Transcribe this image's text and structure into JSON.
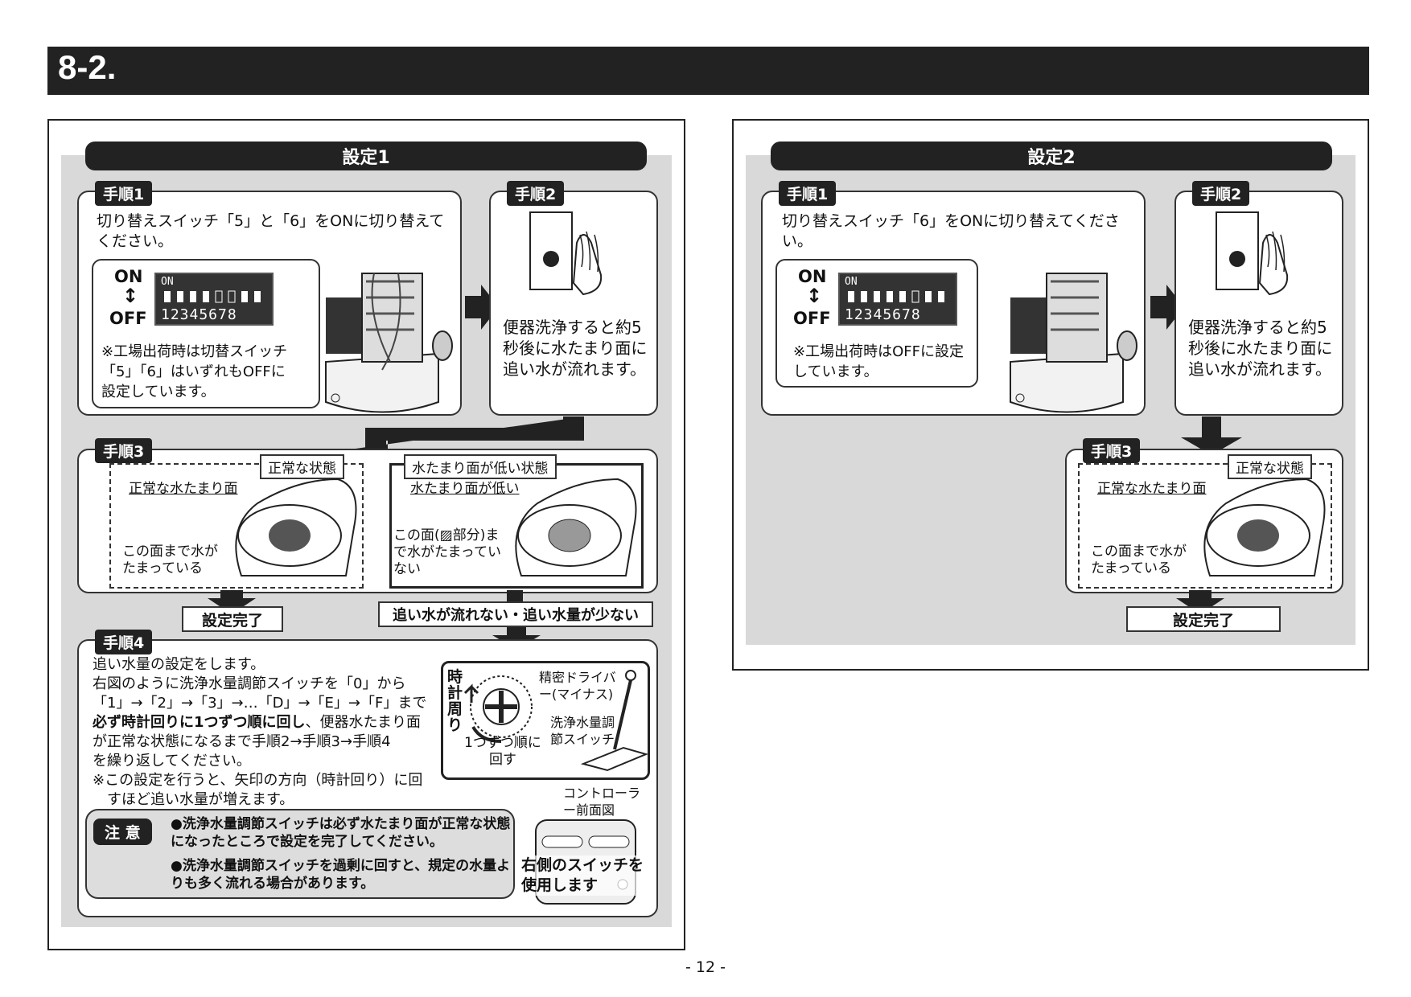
{
  "header": {
    "section": "8-2."
  },
  "left": {
    "title": "設定1",
    "step1": {
      "tag": "手順1",
      "text": "切り替えスイッチ「5」と「6」をONに切り替えてください。",
      "on": "ON",
      "off": "OFF",
      "dip_on": "ON",
      "dip_nums": "12345678",
      "note": "※工場出荷時は切替スイッチ「5」「6」はいずれもOFFに設定しています。"
    },
    "step2": {
      "tag": "手順2",
      "text": "便器洗浄すると約5秒後に水たまり面に追い水が流れます。"
    },
    "step3": {
      "tag": "手順3",
      "normal_state": "正常な状態",
      "normal_surface": "正常な水たまり面",
      "normal_note": "この面まで水がたまっている",
      "low_state": "水たまり面が低い状態",
      "low_surface": "水たまり面が低い",
      "low_note": "この面(▨部分)まで水がたまっていない"
    },
    "done": "設定完了",
    "low_result": "追い水が流れない・追い水量が少ない",
    "step4": {
      "tag": "手順4",
      "line1": "追い水量の設定をします。",
      "line2": "右図のように洗浄水量調節スイッチを「0」から",
      "line3": "「1」→「2」→「3」→…「D」→「E」→「F」まで",
      "line4_bold": "必ず時計回りに1つずつ順に回し",
      "line4_rest": "、便器水たまり面",
      "line5": "が正常な状態になるまで手順2→手順3→手順4",
      "line6": "を繰り返してください。",
      "line7": "※この設定を行うと、矢印の方向（時計回り）に回",
      "line8": "すほど追い水量が増えます。",
      "clockwise": "時計周り",
      "one_by_one": "1つずつ順に回す",
      "driver": "精密ドライバー(マイナス)",
      "switch_label": "洗浄水量調節スイッチ",
      "controller": "コントローラー前面図",
      "use_right": "右側のスイッチを使用します"
    },
    "caution": {
      "tag": "注 意",
      "item1": "●洗浄水量調節スイッチは必ず水たまり面が正常な状態になったところで設定を完了してください。",
      "item2": "●洗浄水量調節スイッチを過剰に回すと、規定の水量よりも多く流れる場合があります。"
    }
  },
  "right": {
    "title": "設定2",
    "step1": {
      "tag": "手順1",
      "text": "切り替えスイッチ「6」をONに切り替えてください。",
      "on": "ON",
      "off": "OFF",
      "dip_on": "ON",
      "dip_nums": "12345678",
      "note": "※工場出荷時はOFFに設定しています。"
    },
    "step2": {
      "tag": "手順2",
      "text": "便器洗浄すると約5秒後に水たまり面に追い水が流れます。"
    },
    "step3": {
      "tag": "手順3",
      "normal_state": "正常な状態",
      "normal_surface": "正常な水たまり面",
      "normal_note": "この面まで水がたまっている"
    },
    "done": "設定完了"
  },
  "footer": {
    "page": "- 12 -"
  }
}
